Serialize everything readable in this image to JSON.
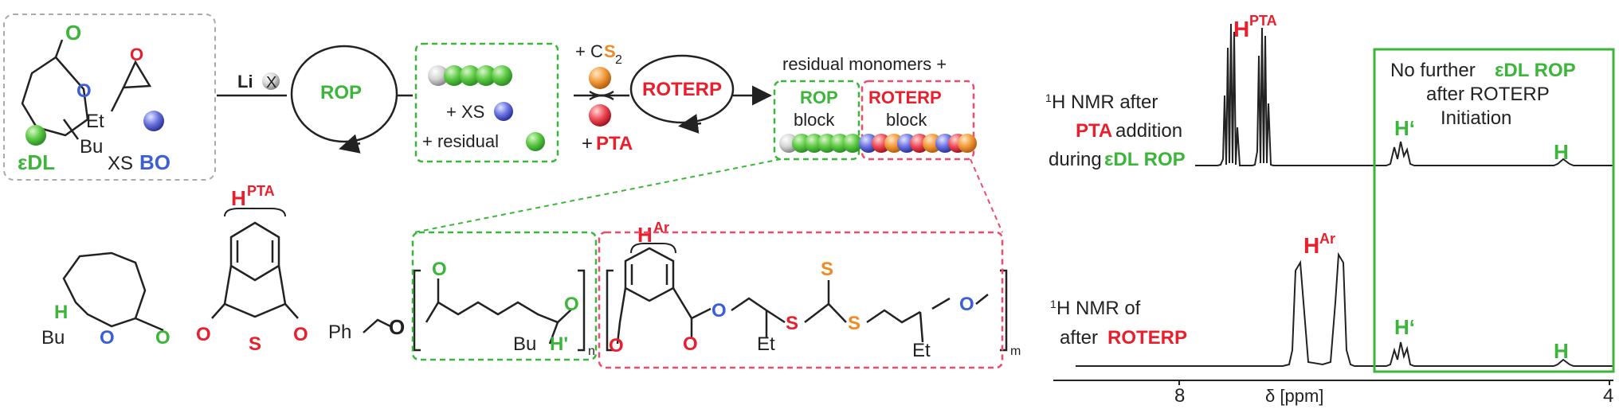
{
  "colors": {
    "green": "#3cb63a",
    "red": "#e8202e",
    "blue": "#3b5fd6",
    "orange": "#f08a24",
    "gray": "#9a9a9a",
    "black": "#1a1a1a"
  },
  "left_box": {
    "o_label": "O",
    "bu_label": "Bu",
    "et_label": "Et",
    "edl_label": "εDL",
    "xs_label": "XS",
    "bo_label": "BO"
  },
  "scheme": {
    "lix_li": "Li",
    "lix_x": "X",
    "rop_label": "ROP",
    "mix_xs": "+ XS",
    "mix_residual": "+ residual",
    "cs2_plus": "+ C",
    "cs2_s": "S",
    "cs2_sub": "2",
    "pta_plus": "+",
    "pta_label": "PTA",
    "roterp_label": "ROTERP",
    "residual_monomers": "residual monomers +",
    "rop_block_top": "ROP",
    "rop_block_bottom": "block",
    "roterp_block_top": "ROTERP",
    "roterp_block_bottom": "block"
  },
  "structures": {
    "edl_bu": "Bu",
    "edl_o": "O",
    "edl_h": "H",
    "pta_h": "H",
    "pta_sup": "PTA",
    "pta_o": "O",
    "pta_s": "S",
    "ph": "Ph",
    "bu2": "Bu",
    "h_prime": "H'",
    "n_sub": "n",
    "m_sub": "m",
    "har": "H",
    "har_sup": "Ar",
    "et1": "Et",
    "et2": "Et",
    "s_label": "S",
    "o_label": "O"
  },
  "nmr": {
    "top_line1": "1",
    "top_line1b": "H NMR after",
    "top_line2": "PTA",
    "top_line2b": " addition",
    "top_line3a": "during ",
    "top_line3b": "εDL ROP",
    "bot_line1": "1",
    "bot_line1b": "H NMR of",
    "bot_line2a": "after ",
    "bot_line2b": "ROTERP",
    "hpta": "H",
    "hpta_sup": "PTA",
    "har": "H",
    "har_sup": "Ar",
    "h_prime": "H‘",
    "h_label": "H",
    "note1a": "No further ",
    "note1b": "εDL ROP",
    "note2": "after ROTERP",
    "note3": "Initiation",
    "axis_label": "δ [ppm]",
    "tick_8": "8",
    "tick_4": "4"
  }
}
